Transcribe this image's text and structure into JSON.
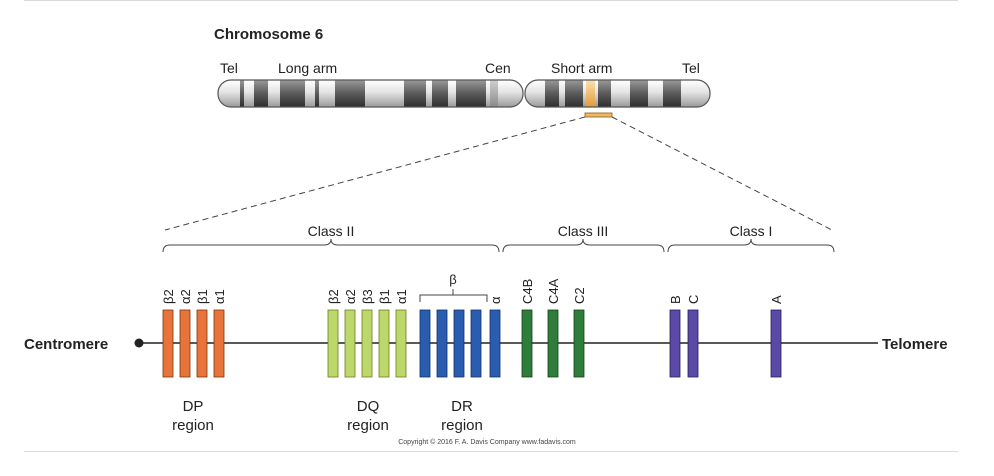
{
  "chromosome": {
    "title": "Chromosome 6",
    "labels": {
      "tel_left": "Tel",
      "long_arm": "Long arm",
      "cen": "Cen",
      "short_arm": "Short arm",
      "tel_right": "Tel"
    }
  },
  "classes": {
    "class_ii": "Class II",
    "class_iii": "Class III",
    "class_i": "Class I"
  },
  "ends": {
    "centromere": "Centromere",
    "telomere": "Telomere"
  },
  "regions": {
    "dp": [
      "DP",
      "region"
    ],
    "dq": [
      "DQ",
      "region"
    ],
    "dr": [
      "DR",
      "region"
    ]
  },
  "genes": {
    "dp": [
      "β2",
      "α2",
      "β1",
      "α1"
    ],
    "dq": [
      "β2",
      "α2",
      "β3",
      "β1",
      "α1"
    ],
    "dr_beta": "β",
    "dr_alpha": "α",
    "class_iii": [
      "C4B",
      "C4A",
      "C2"
    ],
    "class_i": [
      "B",
      "C",
      "A"
    ]
  },
  "colors": {
    "dp": "#e8743b",
    "dq": "#bcd86a",
    "dr": "#2a5db0",
    "class_iii": "#2f7d3a",
    "class_i": "#5a4aa5",
    "highlight": "#f0b860"
  },
  "copyright": "Copyright © 2016  F. A. Davis Company  www.fadavis.com"
}
